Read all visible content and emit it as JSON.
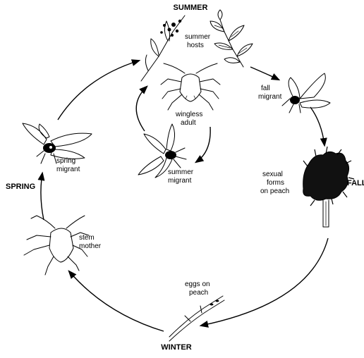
{
  "seasons": {
    "summer": "SUMMER",
    "fall": "FALL",
    "winter": "WINTER",
    "spring": "SPRING"
  },
  "labels": {
    "summer_hosts": [
      "summer",
      "hosts"
    ],
    "wingless_adult": [
      "wingless",
      "adult"
    ],
    "fall_migrant": [
      "fall",
      "migrant"
    ],
    "summer_migrant": [
      "summer",
      "migrant"
    ],
    "sexual_forms": [
      "sexual",
      "forms",
      "on peach"
    ],
    "spring_migrant": [
      "spring",
      "migrant"
    ],
    "stem_mother": [
      "stem",
      "mother"
    ],
    "eggs_on_peach": [
      "eggs on",
      "peach"
    ]
  }
}
